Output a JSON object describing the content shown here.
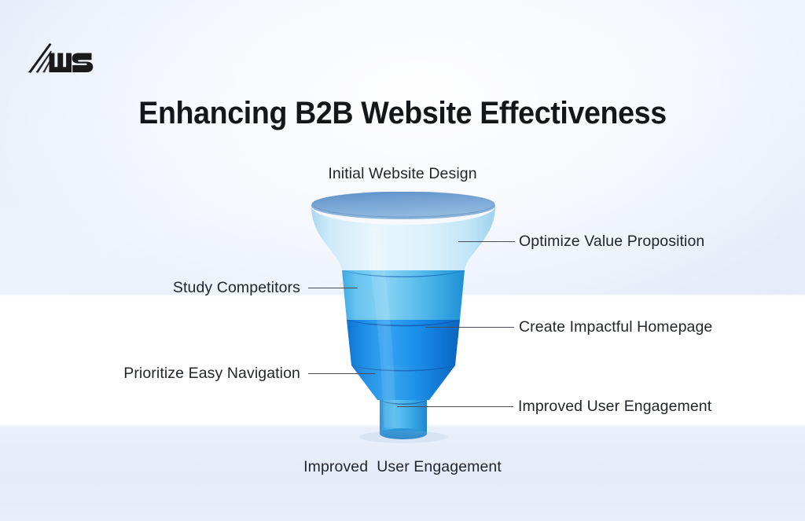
{
  "page": {
    "title": "Enhancing B2B Website Effectiveness",
    "background_color": "#e9f0fb",
    "band_color": "#ffffff"
  },
  "logo": {
    "name": "ws-logo",
    "alt_text": "WS",
    "color": "#1a1a1a"
  },
  "funnel": {
    "top_label": "Initial Website Design",
    "bottom_label": "Improved  User Engagement",
    "rim_color": "#6f9fd0",
    "segments": [
      {
        "id": "segment-1",
        "label": "Optimize Value Proposition",
        "side": "right",
        "color": "#d7eef8"
      },
      {
        "id": "segment-2",
        "label": "Study Competitors",
        "side": "left",
        "color": "#5ec1ef"
      },
      {
        "id": "segment-3",
        "label": "Create Impactful Homepage",
        "side": "right",
        "color": "#1a8fe8"
      },
      {
        "id": "segment-4",
        "label": "Prioritize Easy Navigation",
        "side": "left",
        "color": "#1b86e0"
      },
      {
        "id": "segment-5",
        "label": "Improved User Engagement",
        "side": "right",
        "color": "#38a8e8"
      }
    ]
  }
}
